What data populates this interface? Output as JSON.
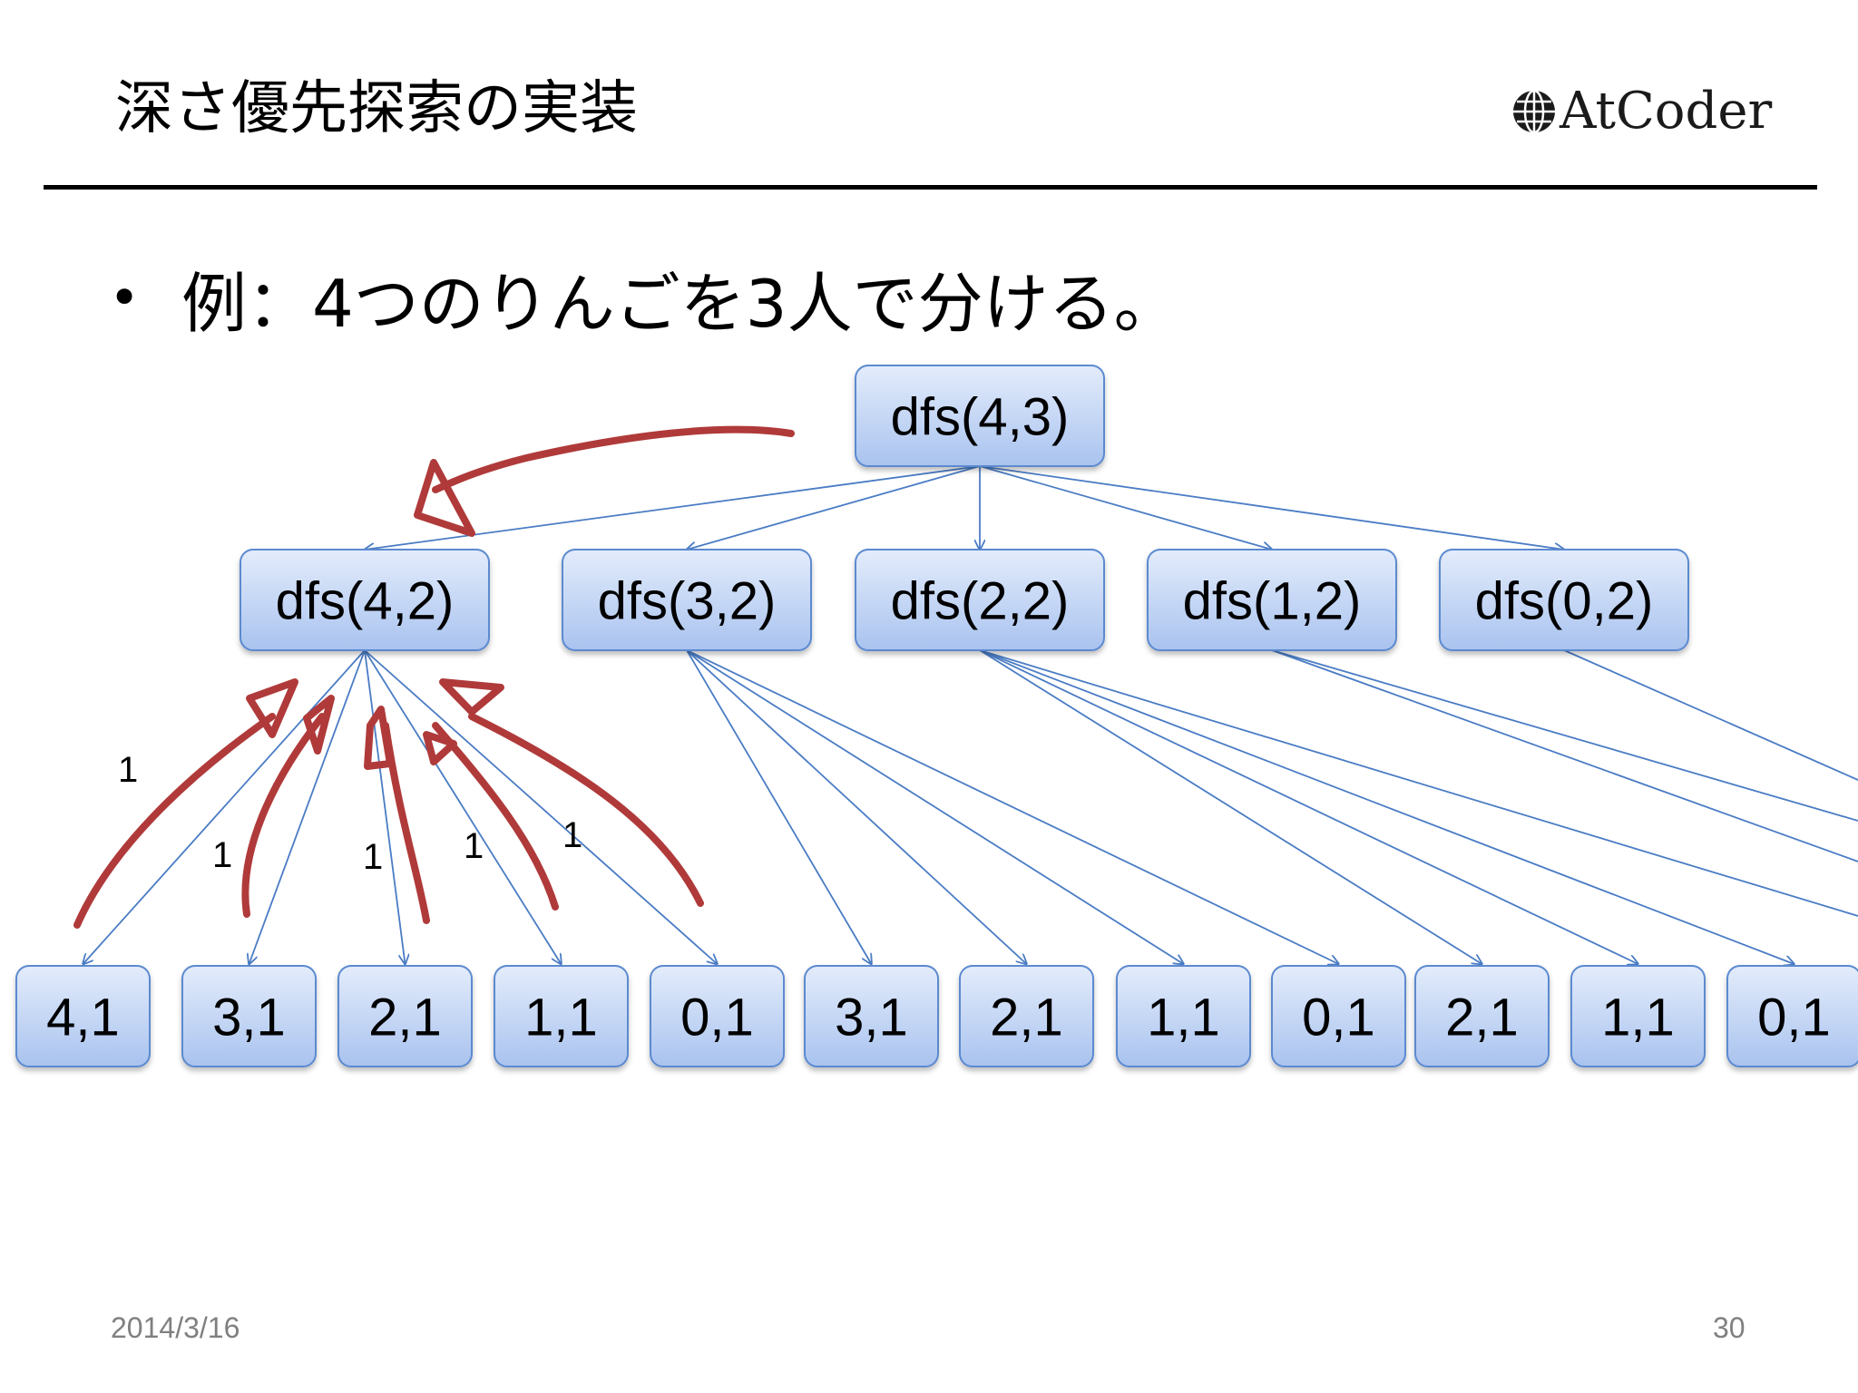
{
  "slide": {
    "title": "深さ優先探索の実装",
    "logo_text": "AtCoder",
    "bullet": "例：4つのりんごを3人で分ける。",
    "date": "2014/3/16",
    "page_number": "30"
  },
  "diagram": {
    "root": {
      "label": "dfs(4,3)"
    },
    "level1": [
      {
        "label": "dfs(4,2)"
      },
      {
        "label": "dfs(3,2)"
      },
      {
        "label": "dfs(2,2)"
      },
      {
        "label": "dfs(1,2)"
      },
      {
        "label": "dfs(0,2)"
      }
    ],
    "level2": [
      {
        "label": "4,1",
        "parent": 0
      },
      {
        "label": "3,1",
        "parent": 0
      },
      {
        "label": "2,1",
        "parent": 0
      },
      {
        "label": "1,1",
        "parent": 0
      },
      {
        "label": "0,1",
        "parent": 0
      },
      {
        "label": "3,1",
        "parent": 1
      },
      {
        "label": "2,1",
        "parent": 1
      },
      {
        "label": "1,1",
        "parent": 1
      },
      {
        "label": "0,1",
        "parent": 1
      },
      {
        "label": "2,1",
        "parent": 2
      },
      {
        "label": "1,1",
        "parent": 2
      },
      {
        "label": "0,1",
        "parent": 2
      }
    ],
    "return_values": [
      "1",
      "1",
      "1",
      "1",
      "1"
    ],
    "colors": {
      "node_fill_top": "#e3ecfb",
      "node_fill_bottom": "#a9c3ef",
      "node_stroke": "#5b8ad0",
      "edge": "#4a7cc4",
      "annotation": "#b03a3a"
    }
  }
}
